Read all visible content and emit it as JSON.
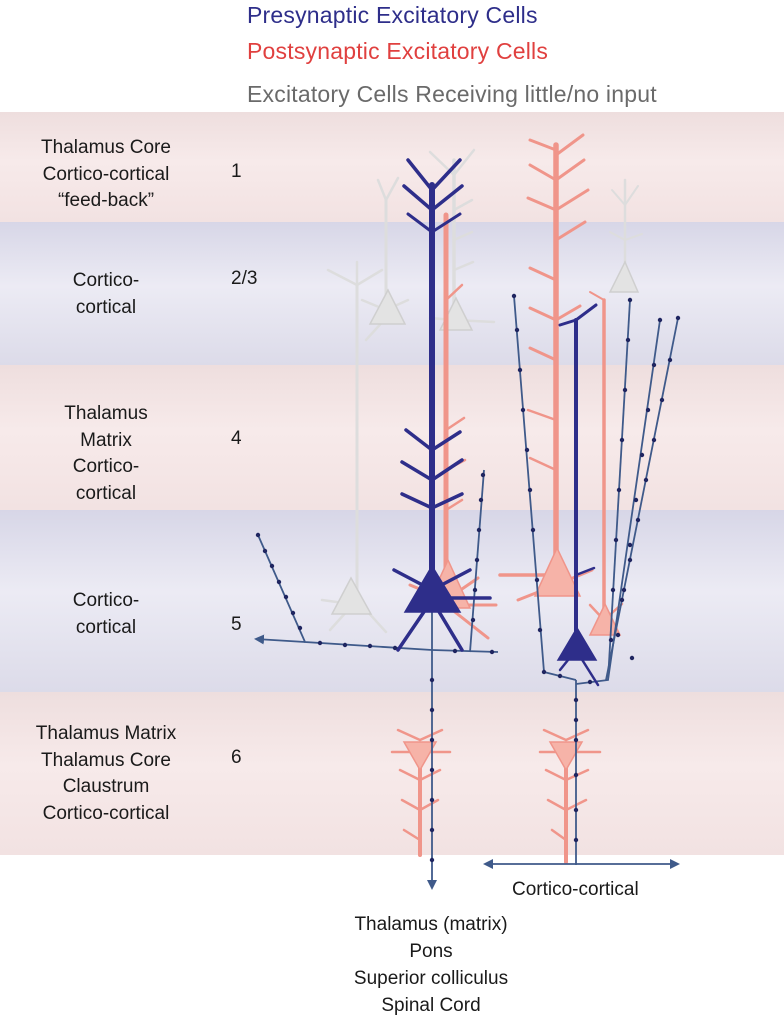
{
  "legend": {
    "presynaptic": {
      "text": "Presynaptic Excitatory Cells",
      "color": "#2e2e8a"
    },
    "postsynaptic": {
      "text": "Postsynaptic Excitatory Cells",
      "color": "#e0403f"
    },
    "no_input": {
      "text": "Excitatory Cells Receiving little/no input",
      "color": "#6a6a6a"
    }
  },
  "layers": [
    {
      "number": "1",
      "inputs": [
        "Thalamus Core",
        "Cortico-cortical",
        "“feed-back”"
      ],
      "tint": "pink"
    },
    {
      "number": "2/3",
      "inputs": [
        "Cortico-",
        "cortical"
      ],
      "tint": "blue"
    },
    {
      "number": "4",
      "inputs": [
        "Thalamus",
        "Matrix",
        "Cortico-",
        "cortical"
      ],
      "tint": "pink"
    },
    {
      "number": "5",
      "inputs": [
        "Cortico-",
        "cortical"
      ],
      "tint": "blue"
    },
    {
      "number": "6",
      "inputs": [
        "Thalamus Matrix",
        "Thalamus Core",
        "Claustrum",
        "Cortico-cortical"
      ],
      "tint": "pink"
    }
  ],
  "outputs": {
    "layer6_label": "Cortico-cortical",
    "layer5_targets": [
      "Thalamus (matrix)",
      "Pons",
      "Superior colliculus",
      "Spinal Cord"
    ]
  },
  "colors": {
    "presynaptic": "#2e2e8a",
    "postsynaptic": "#f0958a",
    "no_input": "#dddddd",
    "axon": "#3f5a8a",
    "bouton": "#1f2560"
  }
}
